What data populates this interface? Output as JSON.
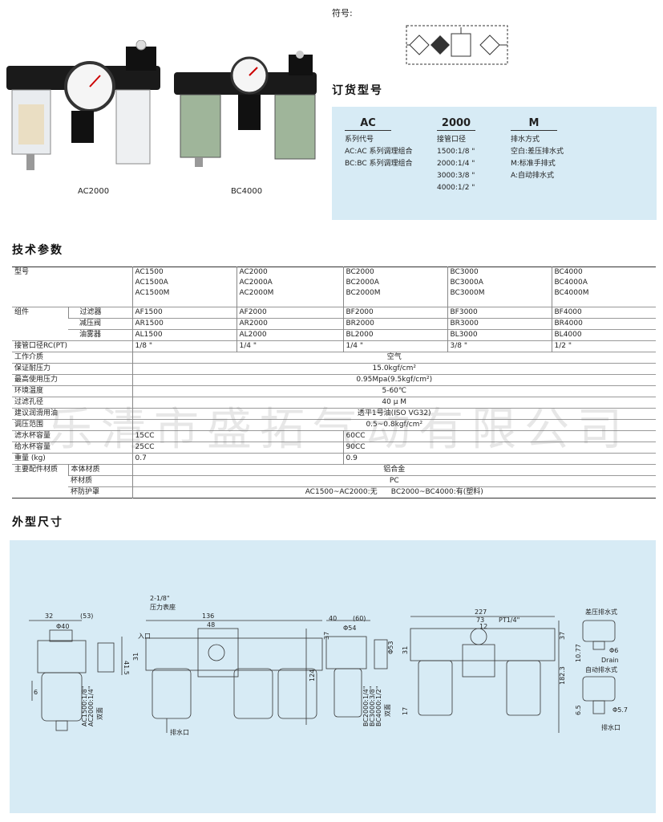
{
  "products": {
    "left_caption": "AC2000",
    "right_caption": "BC4000"
  },
  "symbol": {
    "label": "符号:"
  },
  "order": {
    "title": "订货型号",
    "columns": [
      {
        "head": "AC",
        "lines": [
          "系列代号",
          "AC:AC 系列调理组合",
          "BC:BC 系列调理组合"
        ]
      },
      {
        "head": "2000",
        "lines": [
          "接管口径",
          "1500:1/8 \"",
          "2000:1/4 \"",
          "3000:3/8 \"",
          "4000:1/2 \""
        ]
      },
      {
        "head": "M",
        "lines": [
          "排水方式",
          "空白:差压排水式",
          "M:标准手排式",
          "A:自动排水式"
        ]
      }
    ]
  },
  "specs": {
    "title": "技术参数",
    "model_label": "型号",
    "models": [
      [
        "AC1500",
        "AC1500A",
        "AC1500M"
      ],
      [
        "AC2000",
        "AC2000A",
        "AC2000M"
      ],
      [
        "BC2000",
        "BC2000A",
        "BC2000M"
      ],
      [
        "BC3000",
        "BC3000A",
        "BC3000M"
      ],
      [
        "BC4000",
        "BC4000A",
        "BC4000M"
      ]
    ],
    "component_label": "组件",
    "components": [
      {
        "name": "过滤器",
        "values": [
          "AF1500",
          "AF2000",
          "BF2000",
          "BF3000",
          "BF4000"
        ]
      },
      {
        "name": "减压阀",
        "values": [
          "AR1500",
          "AR2000",
          "BR2000",
          "BR3000",
          "BR4000"
        ]
      },
      {
        "name": "油雾器",
        "values": [
          "AL1500",
          "AL2000",
          "BL2000",
          "BL3000",
          "BL4000"
        ]
      }
    ],
    "port": {
      "label": "接管口径RC(PT)",
      "values": [
        "1/8 \"",
        "1/4 \"",
        "1/4 \"",
        "3/8 \"",
        "1/2 \""
      ]
    },
    "common_rows": [
      {
        "label": "工作介质",
        "value": "空气"
      },
      {
        "label": "保证耐压力",
        "value": "15.0kgf/cm²"
      },
      {
        "label": "最高使用压力",
        "value": "0.95Mpa(9.5kgf/cm²)"
      },
      {
        "label": "环境温度",
        "value": "5-60℃"
      },
      {
        "label": "过滤孔径",
        "value": "40 μ M"
      },
      {
        "label": "建议润滑用油",
        "value": "透平1号油(ISO VG32)"
      },
      {
        "label": "调压范围",
        "value": "0.5~0.8kgf/cm²"
      }
    ],
    "split_rows": [
      {
        "label": "滤水杯容量",
        "a": "15CC",
        "b": "60CC"
      },
      {
        "label": "给水杯容量",
        "a": "25CC",
        "b": "90CC"
      },
      {
        "label": "重量 (kg)",
        "a": "0.7",
        "b": "0.9"
      }
    ],
    "material_label": "主要配件材质",
    "materials": [
      {
        "name": "本体材质",
        "value": "铝合金"
      },
      {
        "name": "杯材质",
        "value": "PC"
      },
      {
        "name": "杯防护罩",
        "value": "AC1500~AC2000:无      BC2000~BC4000:有(塑料)"
      }
    ]
  },
  "watermark": "乐清市盛拓气动有限公司",
  "dims": {
    "title": "外型尺寸",
    "labels": {
      "d32": "32",
      "d53p": "(53)",
      "d40": "Φ40",
      "d415": "41.5",
      "d6": "6",
      "side_a": "AC1500:1/8\"",
      "side_b": "AC2000:1/4\"",
      "double_face": "双面",
      "gauge_seat": "2-1/8\"",
      "gauge_seat_b": "压力表座",
      "d136": "136",
      "d48": "48",
      "d37": "37",
      "d31": "31",
      "d124": "124",
      "inlet": "入口",
      "drain": "排水口",
      "b40": "40",
      "b60p": "(60)",
      "b54": "Φ54",
      "b53": "Φ53",
      "bs_a": "BC2000:1/4\"",
      "bs_b": "BC3000:3/8\"",
      "bs_c": "BC4000:1/2\"",
      "b_double": "双面",
      "c227": "227",
      "c73": "73",
      "c12": "12",
      "cpt": "PT1/4\"",
      "c37": "37",
      "c31": "31",
      "c1823": "182.3",
      "c17": "17",
      "diff_drain": "差压排水式",
      "d1077": "10.77",
      "phi6": "Φ6",
      "drain_en": "Drain",
      "auto_drain": "自动排水式",
      "d65": "6.5",
      "phi57": "Φ5.7"
    }
  }
}
